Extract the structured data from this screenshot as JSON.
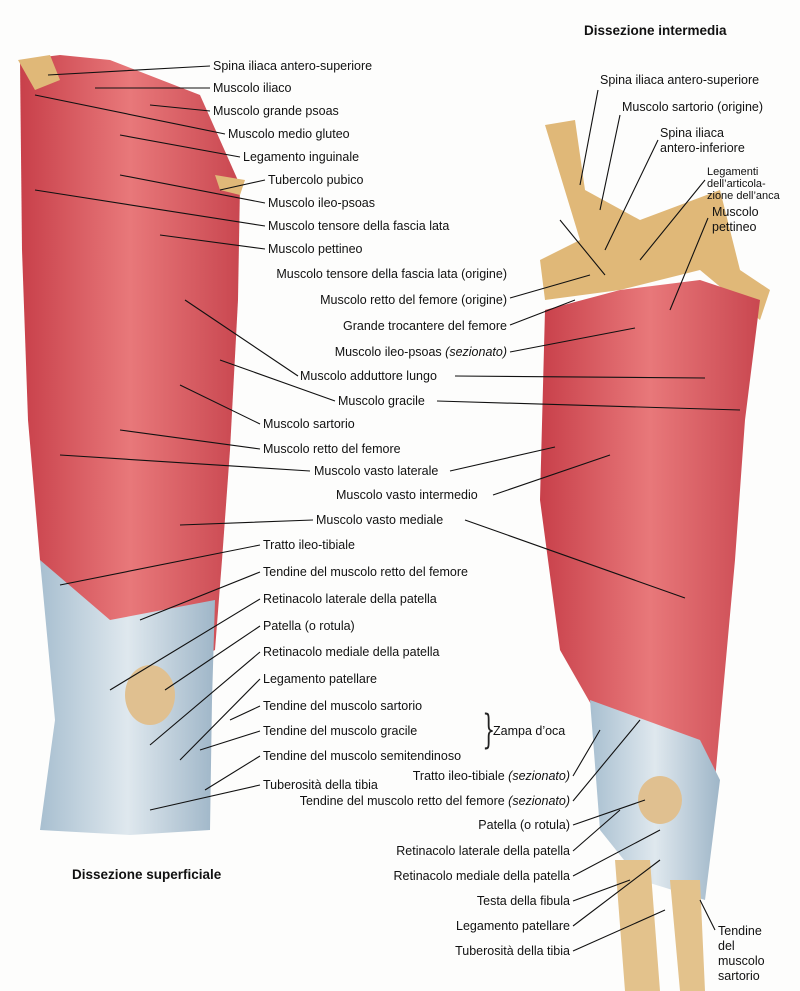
{
  "titles": {
    "superficial": "Dissezione superficiale",
    "intermediate": "Dissezione intermedia"
  },
  "left_labels": [
    "Spina iliaca antero-superiore",
    "Muscolo iliaco",
    "Muscolo grande psoas",
    "Muscolo medio gluteo",
    "Legamento inguinale",
    "Tubercolo pubico",
    "Muscolo ileo-psoas",
    "Muscolo tensore della fascia lata",
    "Muscolo pettineo"
  ],
  "center_right_aligned_top": [
    "Muscolo tensore della fascia lata (origine)",
    "Muscolo retto del femore (origine)",
    "Grande trocantere del femore"
  ],
  "ileopsoas_cut": {
    "text": "Muscolo ileo-psoas ",
    "italic": "(sezionato)"
  },
  "mid_labels": [
    "Muscolo adduttore lungo",
    "Muscolo gracile",
    "Muscolo sartorio",
    "Muscolo retto del femore",
    "Muscolo vasto laterale",
    "Muscolo vasto intermedio",
    "Muscolo vasto mediale",
    "Tratto ileo-tibiale",
    "Tendine del muscolo retto del femore",
    "Retinacolo laterale della patella",
    "Patella (o rotula)",
    "Retinacolo mediale della patella",
    "Legamento patellare",
    "Tendine del muscolo sartorio",
    "Tendine del muscolo gracile",
    "Tendine del muscolo semitendinoso",
    "Tuberosità della tibia"
  ],
  "zampa": "Zampa d’oca",
  "bottom_right_aligned": [
    {
      "text": "Tratto ileo-tibiale ",
      "italic": "(sezionato)"
    },
    {
      "text": "Tendine del muscolo retto del femore ",
      "italic": "(sezionato)"
    },
    {
      "text": "Patella (o rotula)",
      "italic": ""
    },
    {
      "text": "Retinacolo laterale della patella",
      "italic": ""
    },
    {
      "text": "Retinacolo mediale della patella",
      "italic": ""
    },
    {
      "text": "Testa della fibula",
      "italic": ""
    },
    {
      "text": "Legamento patellare",
      "italic": ""
    },
    {
      "text": "Tuberosità della tibia",
      "italic": ""
    }
  ],
  "right_top": {
    "spina_sup": "Spina iliaca antero-superiore",
    "sartorio_origine": "Muscolo sartorio (origine)",
    "spina_inf_1": "Spina iliaca",
    "spina_inf_2": "antero-inferiore",
    "legamenti_1": "Legamenti",
    "legamenti_2": "dell’articola-",
    "legamenti_3": "zione dell’anca",
    "pettineo_1": "Muscolo",
    "pettineo_2": "pettineo"
  },
  "right_bottom": {
    "l1": "Tendine",
    "l2": "del",
    "l3": "muscolo",
    "l4": "sartorio"
  },
  "colors": {
    "muscle": "#d9545a",
    "muscle_light": "#ec9a98",
    "tendon": "#b9cbd8",
    "bone": "#e0b878"
  }
}
